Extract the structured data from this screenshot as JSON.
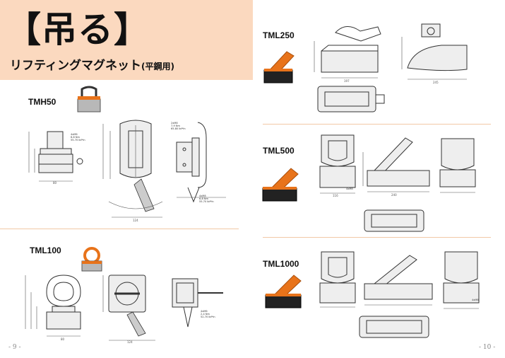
{
  "header": {
    "title": "【吊る】",
    "subtitle": "リフティングマグネット",
    "subtitle_note": "(平鋼用)",
    "bg_color": "#fbd9bf"
  },
  "sections": [
    {
      "model": "TMH50"
    },
    {
      "model": "TML100"
    },
    {
      "model": "TML250"
    },
    {
      "model": "TML500"
    },
    {
      "model": "TML1000"
    }
  ],
  "annotations": {
    "tmh50_bolt": [
      "4xM6",
      "6-8 Nm",
      "55-70 lbf*in"
    ],
    "tmh50_bolt2": [
      "2xM8",
      "7-9 Nm",
      "65-80 lbf*in"
    ],
    "tmh50_bolt3": [
      "4xM8",
      "6-8 Nm",
      "55-70 lbf*in"
    ],
    "tml100_bolt": [
      "4xM6",
      "2-4 Nm",
      "52-70 lbf*in"
    ],
    "tml500_bolt": [
      "4xM8"
    ],
    "tml1000_bolt": [
      "4xM8"
    ]
  },
  "pages": {
    "left": "- 9 -",
    "right": "- 10 -"
  },
  "colors": {
    "accent": "#e8731a",
    "divider": "#f2c8a6"
  }
}
